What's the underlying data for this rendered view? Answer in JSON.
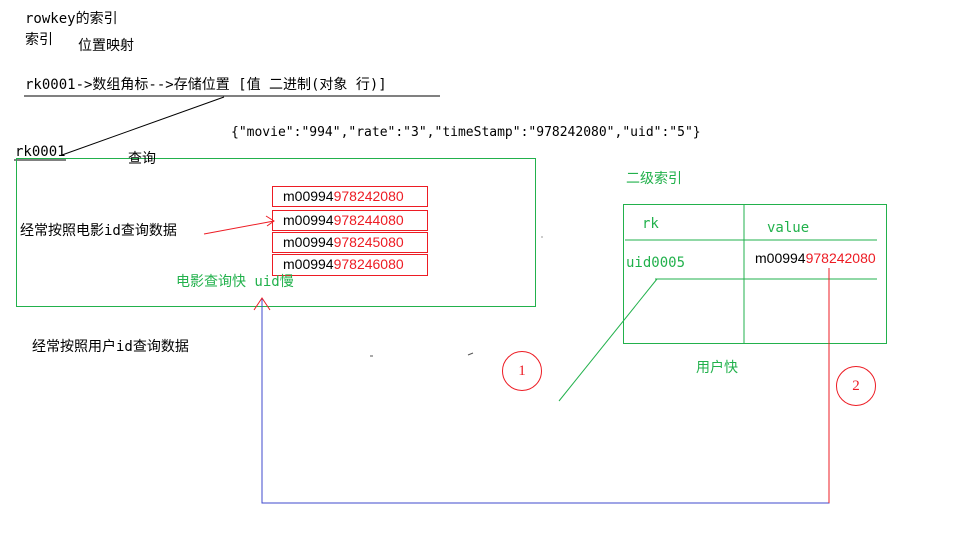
{
  "colors": {
    "green": "#22b14c",
    "red": "#ed1c24",
    "blue": "#3f48cc",
    "black": "#000000"
  },
  "notes": {
    "title": "rowkey的索引",
    "index_label": "索引",
    "position_mapping": "位置映射",
    "rk_mapping": "rk0001->数组角标-->存储位置 [值 二进制(对象 行)]",
    "rk_key": "rk0001",
    "query_label": "查询",
    "json_record": "{\"movie\":\"994\",\"rate\":\"3\",\"timeStamp\":\"978242080\",\"uid\":\"5\"}",
    "movie_query_note": "经常按照电影id查询数据",
    "user_query_note": "经常按照用户id查询数据"
  },
  "primary_table": {
    "rows": [
      {
        "prefix": "m00994",
        "suffix": "978242080"
      },
      {
        "prefix": "m00994",
        "suffix": "978244080"
      },
      {
        "prefix": "m00994",
        "suffix": "978245080"
      },
      {
        "prefix": "m00994",
        "suffix": "978246080"
      }
    ],
    "caption": "电影查询快  uid慢"
  },
  "secondary_index": {
    "title": "二级索引",
    "col_rk": "rk",
    "col_value": "value",
    "row_rk": "uid0005",
    "row_value_prefix": "m00994",
    "row_value_suffix": "978242080",
    "caption": "用户快"
  },
  "markers": {
    "one": "1",
    "two": "2"
  }
}
